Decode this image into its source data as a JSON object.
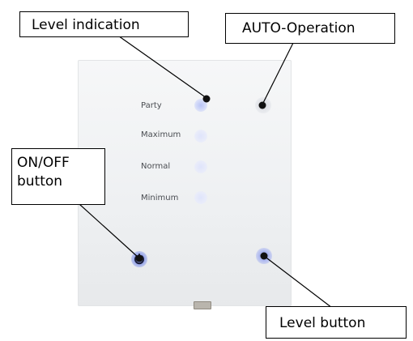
{
  "callouts": {
    "level_indication": "Level indication",
    "auto_operation": "AUTO-Operation",
    "onoff_line1": "ON/OFF",
    "onoff_line2": "button",
    "level_button": "Level button"
  },
  "panel": {
    "levels": [
      "Party",
      "Maximum",
      "Normal",
      "Minimum"
    ],
    "led_color": "#c9d1f7",
    "button_glow_color": "#7b8be0"
  }
}
